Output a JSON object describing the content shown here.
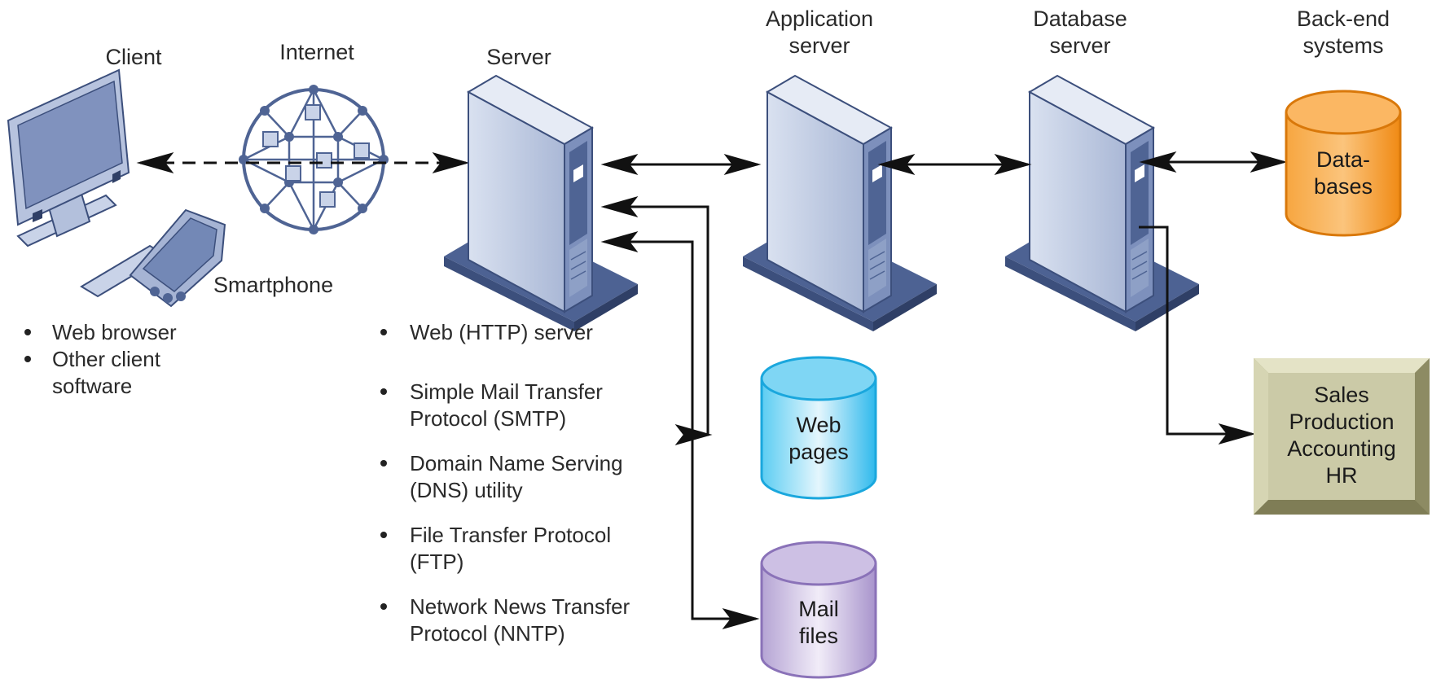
{
  "labels": {
    "client": "Client",
    "internet": "Internet",
    "server": "Server",
    "app_server": [
      "Application",
      "server"
    ],
    "db_server": [
      "Database",
      "server"
    ],
    "backend": [
      "Back-end",
      "systems"
    ],
    "smartphone": "Smartphone"
  },
  "client_features": [
    [
      "Web browser"
    ],
    [
      "Other client",
      "software"
    ]
  ],
  "server_services": [
    [
      "Web (HTTP) server"
    ],
    [
      "Simple Mail Transfer",
      "Protocol (SMTP)"
    ],
    [
      "Domain Name Serving",
      "(DNS) utility"
    ],
    [
      "File Transfer Protocol",
      "(FTP)"
    ],
    [
      "Network News Transfer",
      "Protocol (NNTP)"
    ]
  ],
  "stores": {
    "databases": [
      "Data-",
      "bases"
    ],
    "web_pages": [
      "Web",
      "pages"
    ],
    "mail_files": [
      "Mail",
      "files"
    ]
  },
  "backend_box": [
    "Sales",
    "Production",
    "Accounting",
    "HR"
  ],
  "colors": {
    "server_front": "#c9d3e8",
    "server_panel": "#4f6494",
    "databases": "#f6921e",
    "web_pages": "#4cc4ef",
    "mail_files": "#b4a2d2",
    "backend_box": "#c9c8a4"
  },
  "icons": [
    "monitor-icon",
    "smartphone-icon",
    "internet-globe-icon",
    "server-icon",
    "database-cylinder-icon"
  ]
}
